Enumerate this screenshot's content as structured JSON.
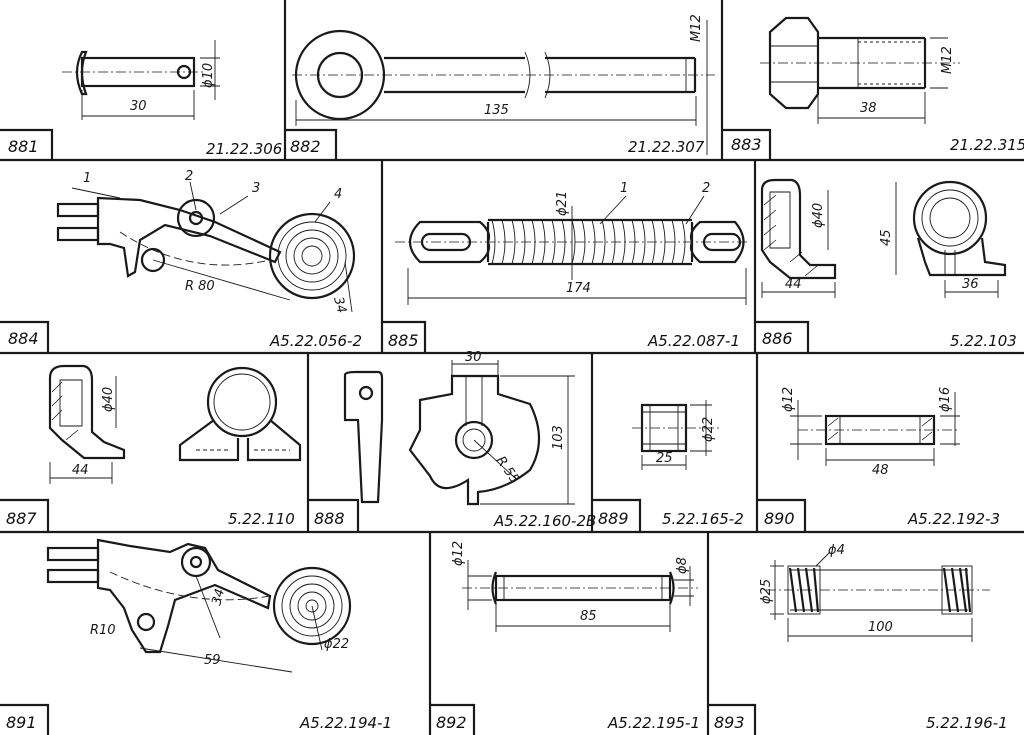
{
  "parts": [
    {
      "number": "881",
      "code": "21.22.306",
      "dims": [
        "30",
        "ϕ10"
      ]
    },
    {
      "number": "882",
      "code": "21.22.307",
      "dims": [
        "135",
        "M12"
      ]
    },
    {
      "number": "883",
      "code": "21.22.315",
      "dims": [
        "38",
        "M12"
      ]
    },
    {
      "number": "884",
      "code": "A5.22.056-2",
      "dims": [
        "R 80",
        "34"
      ],
      "callouts": [
        "1",
        "2",
        "3",
        "4"
      ]
    },
    {
      "number": "885",
      "code": "A5.22.087-1",
      "dims": [
        "174",
        "ϕ21"
      ],
      "callouts": [
        "1",
        "2"
      ]
    },
    {
      "number": "886",
      "code": "5.22.103",
      "dims": [
        "ϕ40",
        "44",
        "45",
        "36"
      ]
    },
    {
      "number": "887",
      "code": "5.22.110",
      "dims": [
        "ϕ40",
        "44"
      ]
    },
    {
      "number": "888",
      "code": "A5.22.160-2B",
      "dims": [
        "30",
        "103",
        "R 55"
      ]
    },
    {
      "number": "889",
      "code": "5.22.165-2",
      "dims": [
        "ϕ22",
        "25"
      ]
    },
    {
      "number": "890",
      "code": "A5.22.192-3",
      "dims": [
        "ϕ12",
        "ϕ16",
        "48"
      ]
    },
    {
      "number": "891",
      "code": "A5.22.194-1",
      "dims": [
        "R10",
        "59",
        "34",
        "ϕ22"
      ]
    },
    {
      "number": "892",
      "code": "A5.22.195-1",
      "dims": [
        "ϕ12",
        "ϕ8",
        "85"
      ]
    },
    {
      "number": "893",
      "code": "5.22.196-1",
      "dims": [
        "ϕ25",
        "ϕ4",
        "100"
      ]
    }
  ]
}
